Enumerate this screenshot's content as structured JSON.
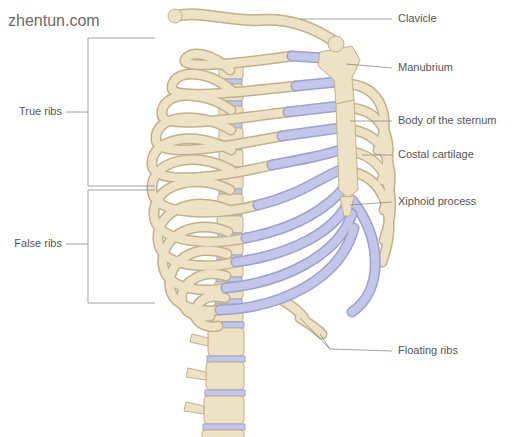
{
  "diagram": {
    "labels": [
      "zhentun.com",
      "Clavicle",
      "Manubrium",
      "True ribs",
      "Body of the sternum",
      "Costal cartilage",
      "Xiphoid process",
      "False ribs",
      "Floating ribs"
    ]
  }
}
